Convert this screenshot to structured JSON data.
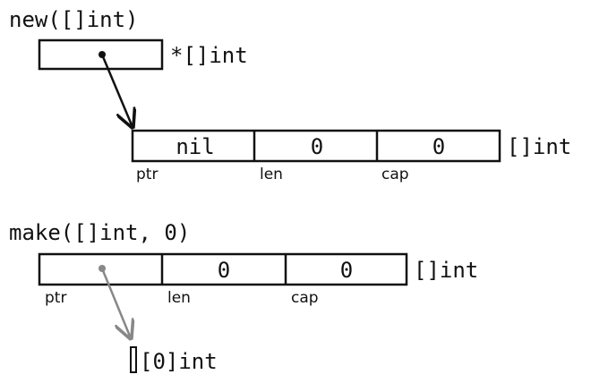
{
  "new_section": {
    "heading": "new([]int)",
    "pointer_type": "*[]int",
    "header": {
      "type": "[]int",
      "cells": [
        "nil",
        "0",
        "0"
      ],
      "fields": [
        "ptr",
        "len",
        "cap"
      ]
    }
  },
  "make_section": {
    "heading": "make([]int, 0)",
    "header": {
      "type": "[]int",
      "cells": [
        "",
        "0",
        "0"
      ],
      "fields": [
        "ptr",
        "len",
        "cap"
      ]
    },
    "array_type": "[0]int"
  },
  "colors": {
    "stroke": "#111111",
    "pointer_dark": "#111111",
    "pointer_gray": "#888888"
  }
}
